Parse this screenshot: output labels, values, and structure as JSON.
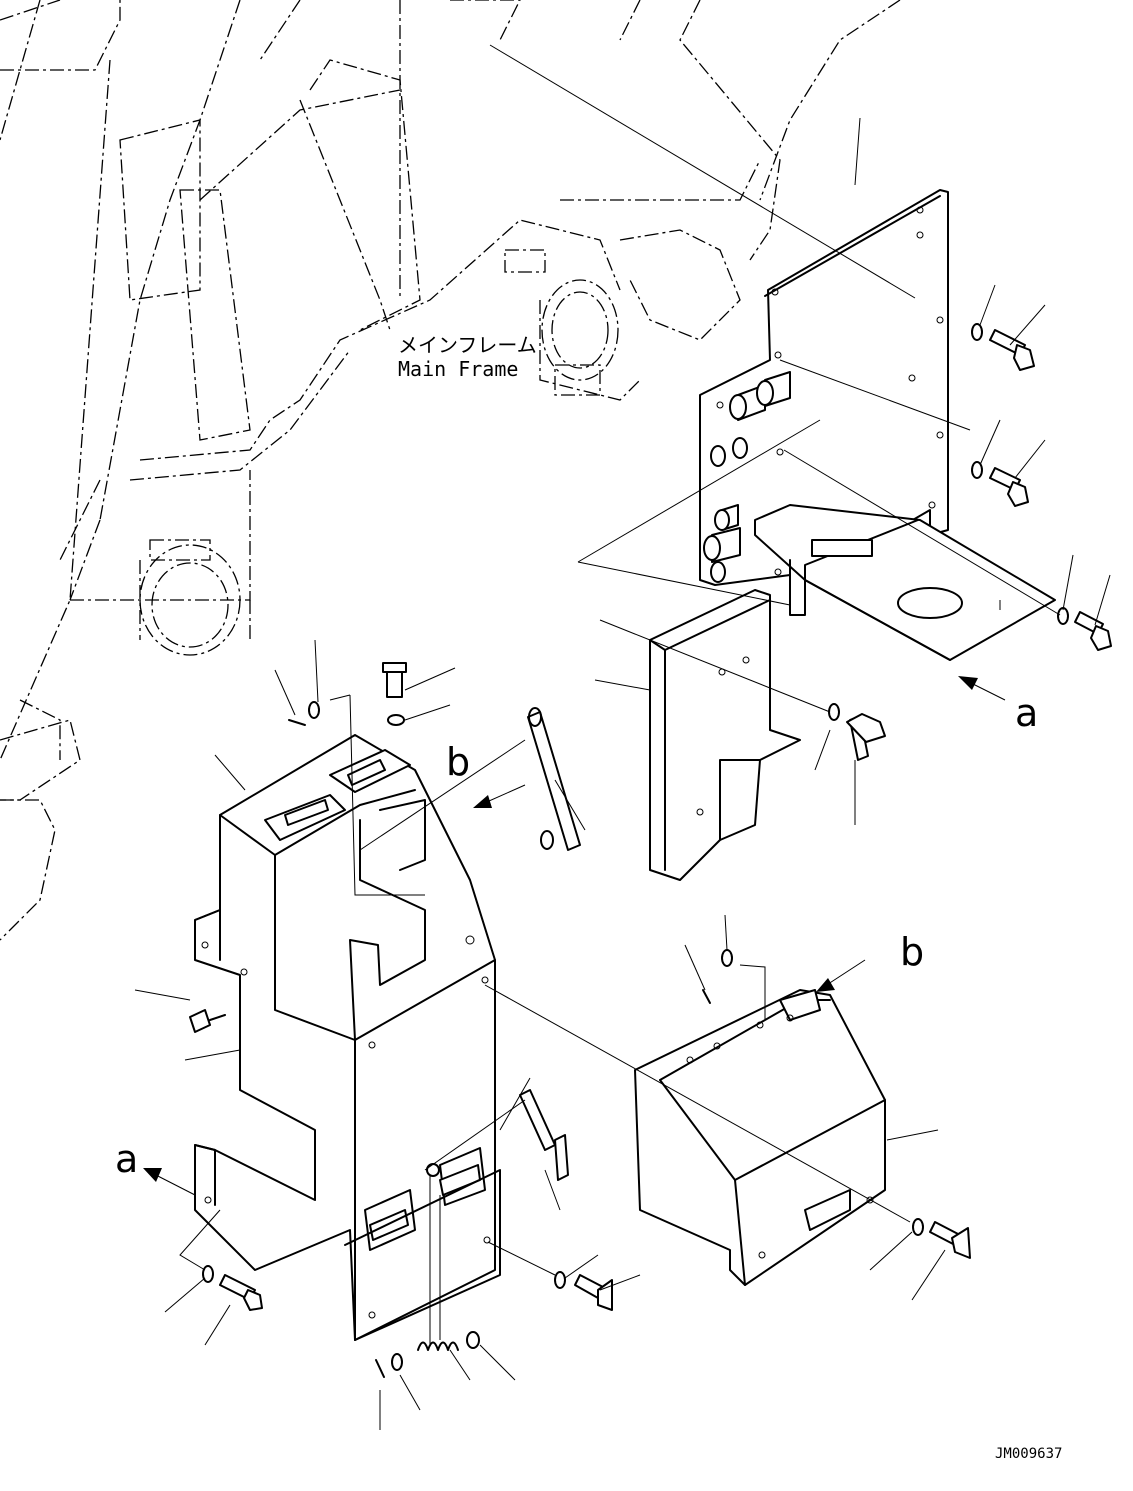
{
  "labels": {
    "main_frame_jp": "メインフレーム",
    "main_frame_en": "Main Frame",
    "callout_a_upper": "a",
    "callout_a_lower": "a",
    "callout_b_upper": "b",
    "callout_b_lower": "b",
    "drawing_code": "JM009637"
  }
}
